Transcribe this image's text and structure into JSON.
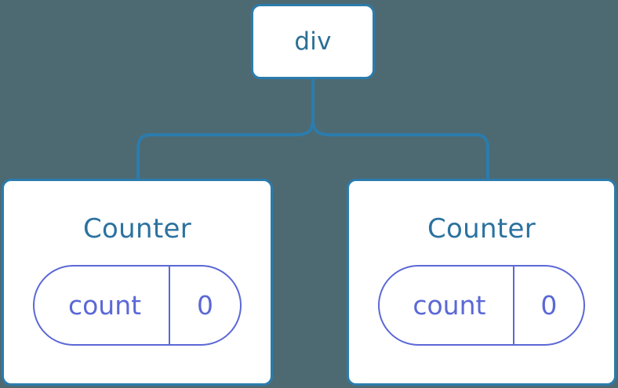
{
  "diagram": {
    "type": "component-tree",
    "background_color": "#4d6a73",
    "node_border_color": "#2b7cad",
    "connector_color": "#2b7cad",
    "state_color": "#5b68d6",
    "root": {
      "label": "div"
    },
    "children": [
      {
        "label": "Counter",
        "state": {
          "key": "count",
          "value": "0"
        }
      },
      {
        "label": "Counter",
        "state": {
          "key": "count",
          "value": "0"
        }
      }
    ]
  }
}
